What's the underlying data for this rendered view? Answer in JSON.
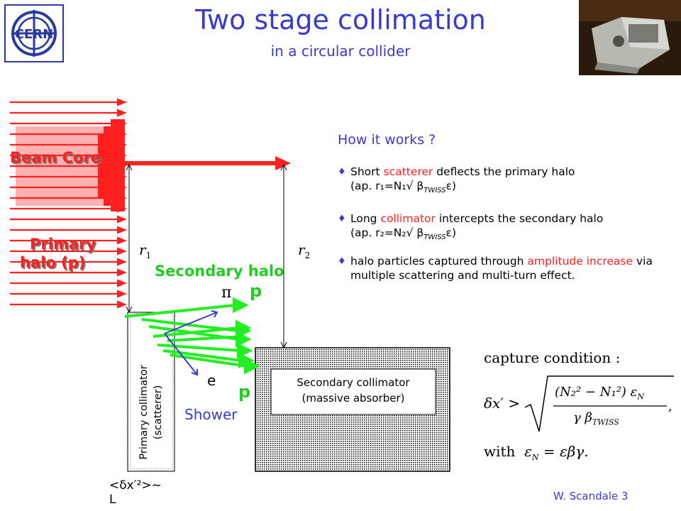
{
  "header": {
    "title": "Two stage collimation",
    "subtitle": "in a circular collider"
  },
  "logo": {
    "text": "CERN",
    "icon": "cern-logo"
  },
  "photo": {
    "icon": "collimator-photo"
  },
  "diagram": {
    "beam_core_label": "Beam Core",
    "primary_halo_label_line1": "Primary",
    "primary_halo_label_line2": "halo (p)",
    "secondary_halo_label": "Secondary halo",
    "r1_label": "r",
    "r1_sub": "1",
    "r2_label": "r",
    "r2_sub": "2",
    "pi_label": "π",
    "p_label_top": "p",
    "e_label": "e",
    "p_label_bottom": "p",
    "shower_label": "Shower",
    "primary_collimator_line1": "Primary collimator",
    "primary_collimator_line2": "(scatterer)",
    "secondary_collimator_line1": "Secondary collimator",
    "secondary_collimator_line2": "(massive absorber)",
    "bottom_formula": "<δx′²>~",
    "bottom_formula_l": "L",
    "colors": {
      "beam": "#ff2020",
      "secondary": "#22ee22",
      "scatter": "#3a3ad0",
      "title": "#3a3ad0"
    }
  },
  "how_it_works": {
    "title": "How it works ?",
    "bullets": [
      {
        "pre": "Short ",
        "highlight": "scatterer",
        "post": " deflects the primary halo",
        "line2": "(ap. r₁=N₁√ β",
        "line2_sub": "TWISS",
        "line2_end": "ε)"
      },
      {
        "pre": "Long ",
        "highlight": "collimator",
        "post": " intercepts the secondary halo",
        "line2": "(ap. r₂=N₂√ β",
        "line2_sub": "TWISS",
        "line2_end": "ε)"
      },
      {
        "pre": "halo particles captured through ",
        "highlight": "amplitude increase",
        "post": " via multiple scattering and multi-turn effect."
      }
    ]
  },
  "capture_condition": {
    "heading": "capture condition :",
    "lhs": "δx′ >",
    "numerator": "(N₂² − N₁²) ε",
    "numerator_sub": "N",
    "denominator": "γ β",
    "denominator_sub": "TWISS",
    "with_text": "with",
    "eps_def": "ε",
    "eps_def_sub": "N",
    "eps_def_rhs": " = εβγ."
  },
  "footer": {
    "author": "W. Scandale",
    "page": "3"
  }
}
